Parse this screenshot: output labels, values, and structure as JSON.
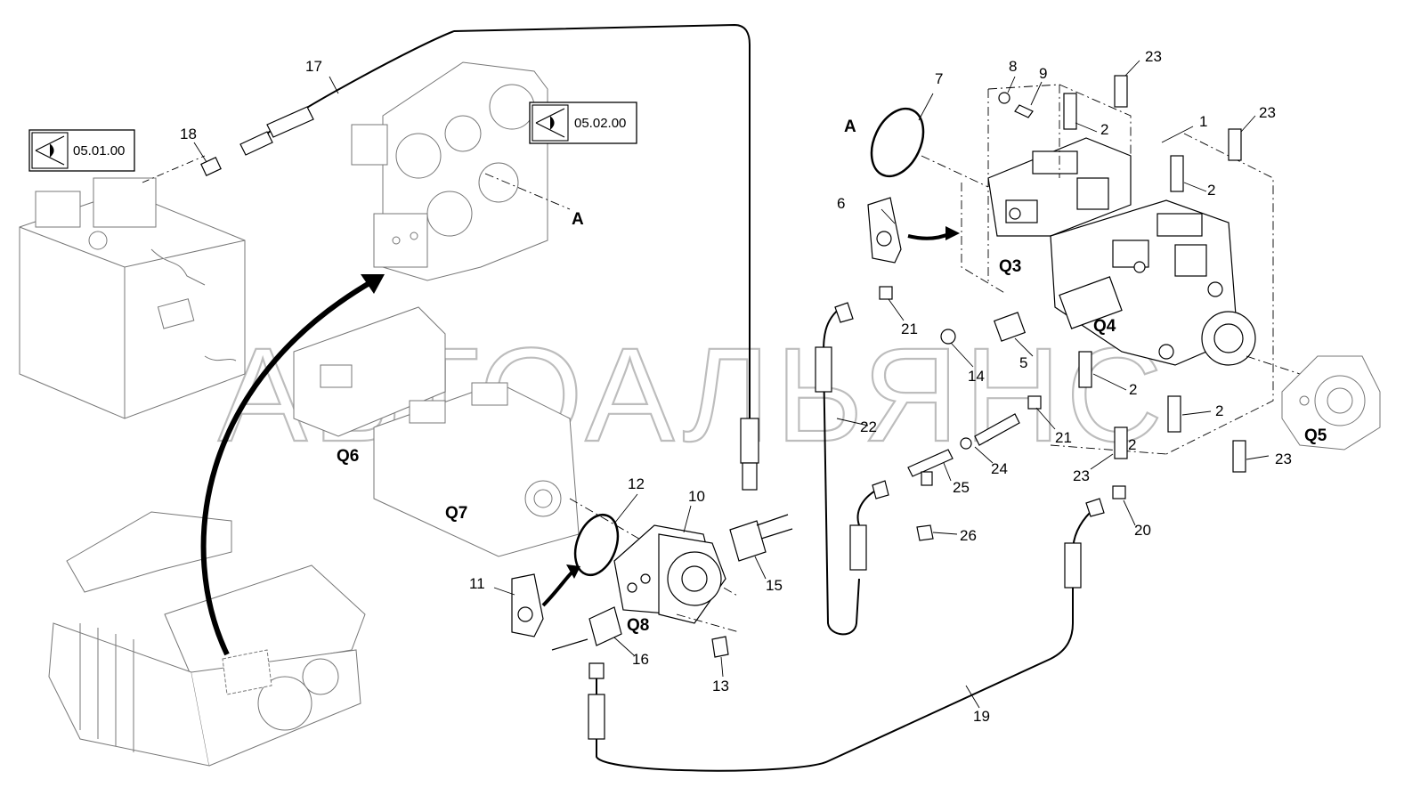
{
  "watermark": "АВТОАЛЬЯНС",
  "view_refs": [
    {
      "id": "ref-05-01",
      "text": "05.01.00"
    },
    {
      "id": "ref-05-02",
      "text": "05.02.00"
    }
  ],
  "section_labels": {
    "a_gearbox": "A",
    "a_oring": "A"
  },
  "component_labels": {
    "q3": "Q3",
    "q4": "Q4",
    "q5": "Q5",
    "q6": "Q6",
    "q7": "Q7",
    "q8": "Q8"
  },
  "callouts": [
    "1",
    "2",
    "2",
    "2",
    "2",
    "2",
    "5",
    "6",
    "7",
    "8",
    "9",
    "10",
    "11",
    "12",
    "13",
    "14",
    "15",
    "16",
    "17",
    "18",
    "19",
    "20",
    "21",
    "21",
    "22",
    "23",
    "23",
    "23",
    "23",
    "24",
    "25",
    "26"
  ]
}
